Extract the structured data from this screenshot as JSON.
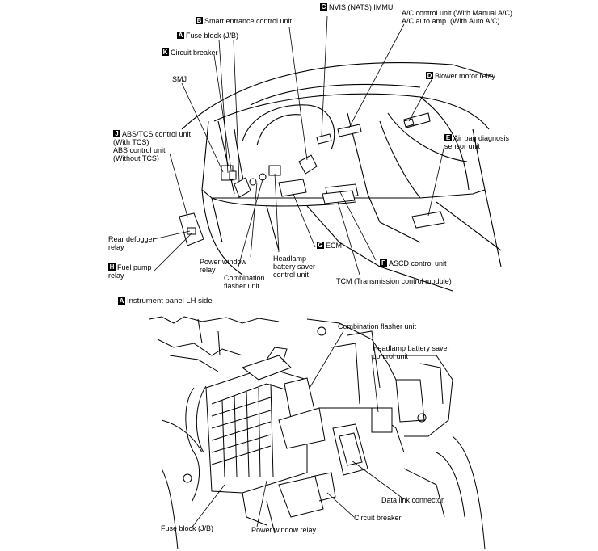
{
  "top_view": {
    "labels": {
      "nvis": {
        "badge": "C",
        "text": "NVIS (NATS) IMMU"
      },
      "smart_entrance": {
        "badge": "B",
        "text": "Smart entrance control unit"
      },
      "ac_control": {
        "text": "A/C control unit (With Manual A/C)\nA/C auto amp. (With Auto A/C)"
      },
      "fuse_block": {
        "badge": "A",
        "text": "Fuse block (J/B)"
      },
      "circuit_breaker": {
        "badge": "K",
        "text": "Circuit breaker"
      },
      "smj": {
        "text": "SMJ"
      },
      "blower_motor_relay": {
        "badge": "D",
        "text": "Blower motor relay"
      },
      "abs_tcs": {
        "badge": "J",
        "text": "ABS/TCS control unit\n(With TCS)\nABS control unit\n(Without TCS)"
      },
      "airbag_diag": {
        "badge": "E",
        "text": "Air bag diagnosis\nsensor unit"
      },
      "rear_defogger": {
        "text": "Rear defogger\nrelay"
      },
      "fuel_pump": {
        "badge": "H",
        "text": "Fuel pump\nrelay"
      },
      "power_window_relay": {
        "text": "Power window\nrelay"
      },
      "combination_flasher": {
        "text": "Combination\nflasher unit"
      },
      "headlamp_saver": {
        "text": "Headlamp\nbattery saver\ncontrol unit"
      },
      "ecm": {
        "badge": "G",
        "text": "ECM"
      },
      "ascd": {
        "badge": "F",
        "text": "ASCD control unit"
      },
      "tcm": {
        "text": "TCM (Transmission control module)"
      }
    }
  },
  "bottom_view": {
    "section_title": {
      "badge": "A",
      "text": "Instrument panel LH side"
    },
    "labels": {
      "combination_flasher": {
        "text": "Combination flasher unit"
      },
      "headlamp_saver": {
        "text": "Headlamp battery saver\ncontrol unit"
      },
      "data_link": {
        "text": "Data link connector"
      },
      "circuit_breaker": {
        "text": "Circuit breaker"
      },
      "fuse_block": {
        "text": "Fuse block (J/B)"
      },
      "power_window_relay": {
        "text": "Power window relay"
      }
    }
  }
}
